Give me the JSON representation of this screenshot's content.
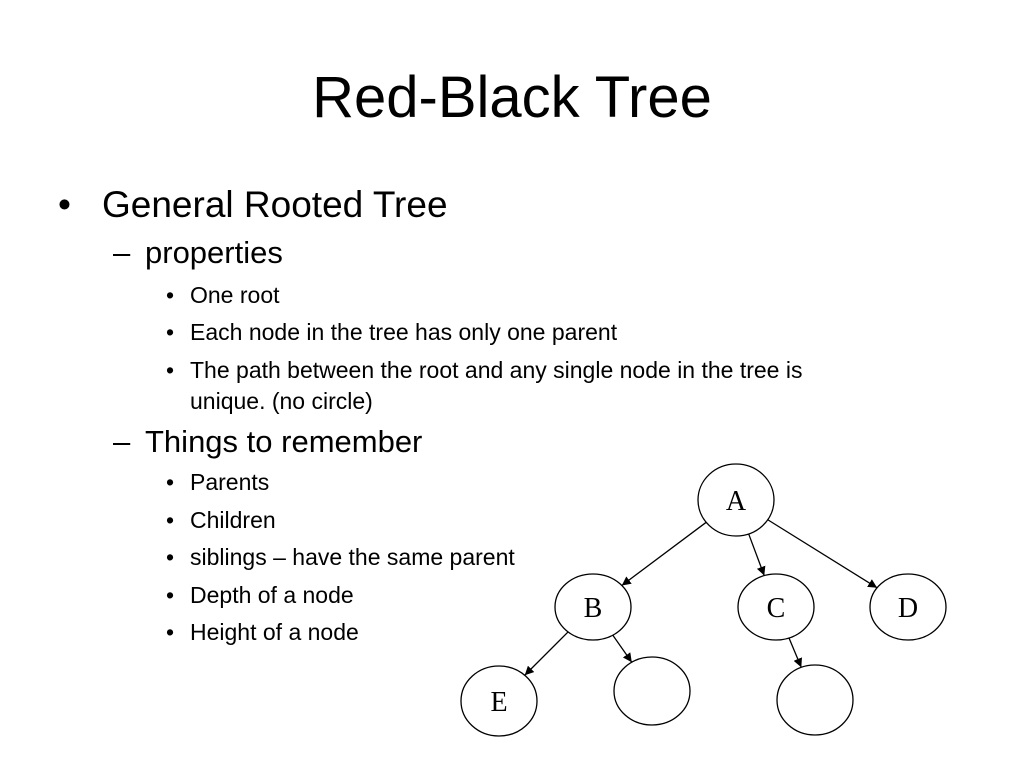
{
  "slide": {
    "title": "Red-Black Tree"
  },
  "outline": {
    "bullet_l1": "•",
    "bullet_l2": "–",
    "bullet_l3": "•",
    "heading": "General Rooted Tree",
    "properties": {
      "label": "properties",
      "items": [
        "One root",
        "Each node in the tree has only one parent",
        "The path between the root and any single node in the tree is",
        "unique. (no circle)"
      ]
    },
    "remember": {
      "label": "Things to remember",
      "items": [
        "Parents",
        "Children",
        "siblings – have the same parent",
        "Depth of a node",
        "Height of a node"
      ]
    }
  },
  "tree": {
    "nodes": [
      {
        "id": "A",
        "label": "A"
      },
      {
        "id": "B",
        "label": "B"
      },
      {
        "id": "C",
        "label": "C"
      },
      {
        "id": "D",
        "label": "D"
      },
      {
        "id": "E",
        "label": "E"
      },
      {
        "id": "B2",
        "label": ""
      },
      {
        "id": "C1",
        "label": ""
      }
    ],
    "edges": [
      [
        "A",
        "B"
      ],
      [
        "A",
        "C"
      ],
      [
        "A",
        "D"
      ],
      [
        "B",
        "E"
      ],
      [
        "B",
        "B2"
      ],
      [
        "C",
        "C1"
      ]
    ]
  }
}
